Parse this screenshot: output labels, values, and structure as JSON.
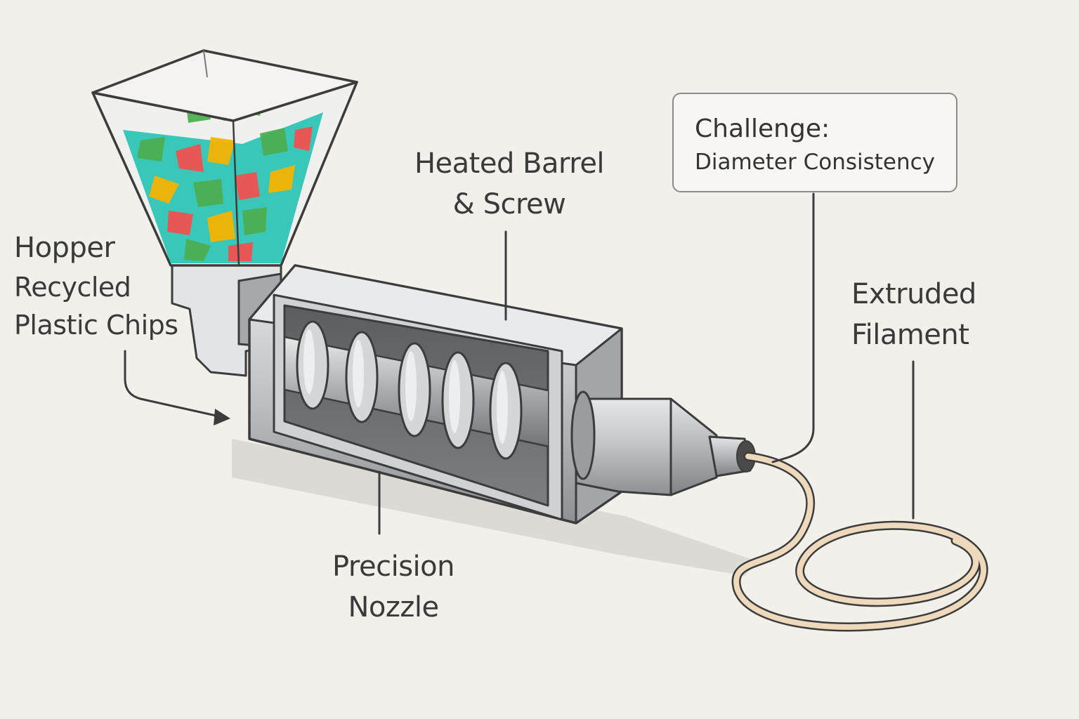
{
  "labels": {
    "hopper": [
      "Hopper",
      "Recycled",
      "Plastic Chips"
    ],
    "barrel": [
      "Heated Barrel",
      "& Screw"
    ],
    "nozzle": [
      "Precision",
      "Nozzle"
    ],
    "filament": [
      "Extruded",
      "Filament"
    ]
  },
  "challenge": {
    "title": "Challenge:",
    "text": "Diameter Consistency"
  },
  "colors": {
    "background": "#f2f0eb",
    "metal": "#b9bbbd",
    "outline": "#3c3c3c",
    "filament": "#e8d2b3",
    "chip_colors": [
      "#2ec4b6",
      "#4caf50",
      "#ef5350",
      "#f4b400",
      "#26a69a"
    ]
  }
}
